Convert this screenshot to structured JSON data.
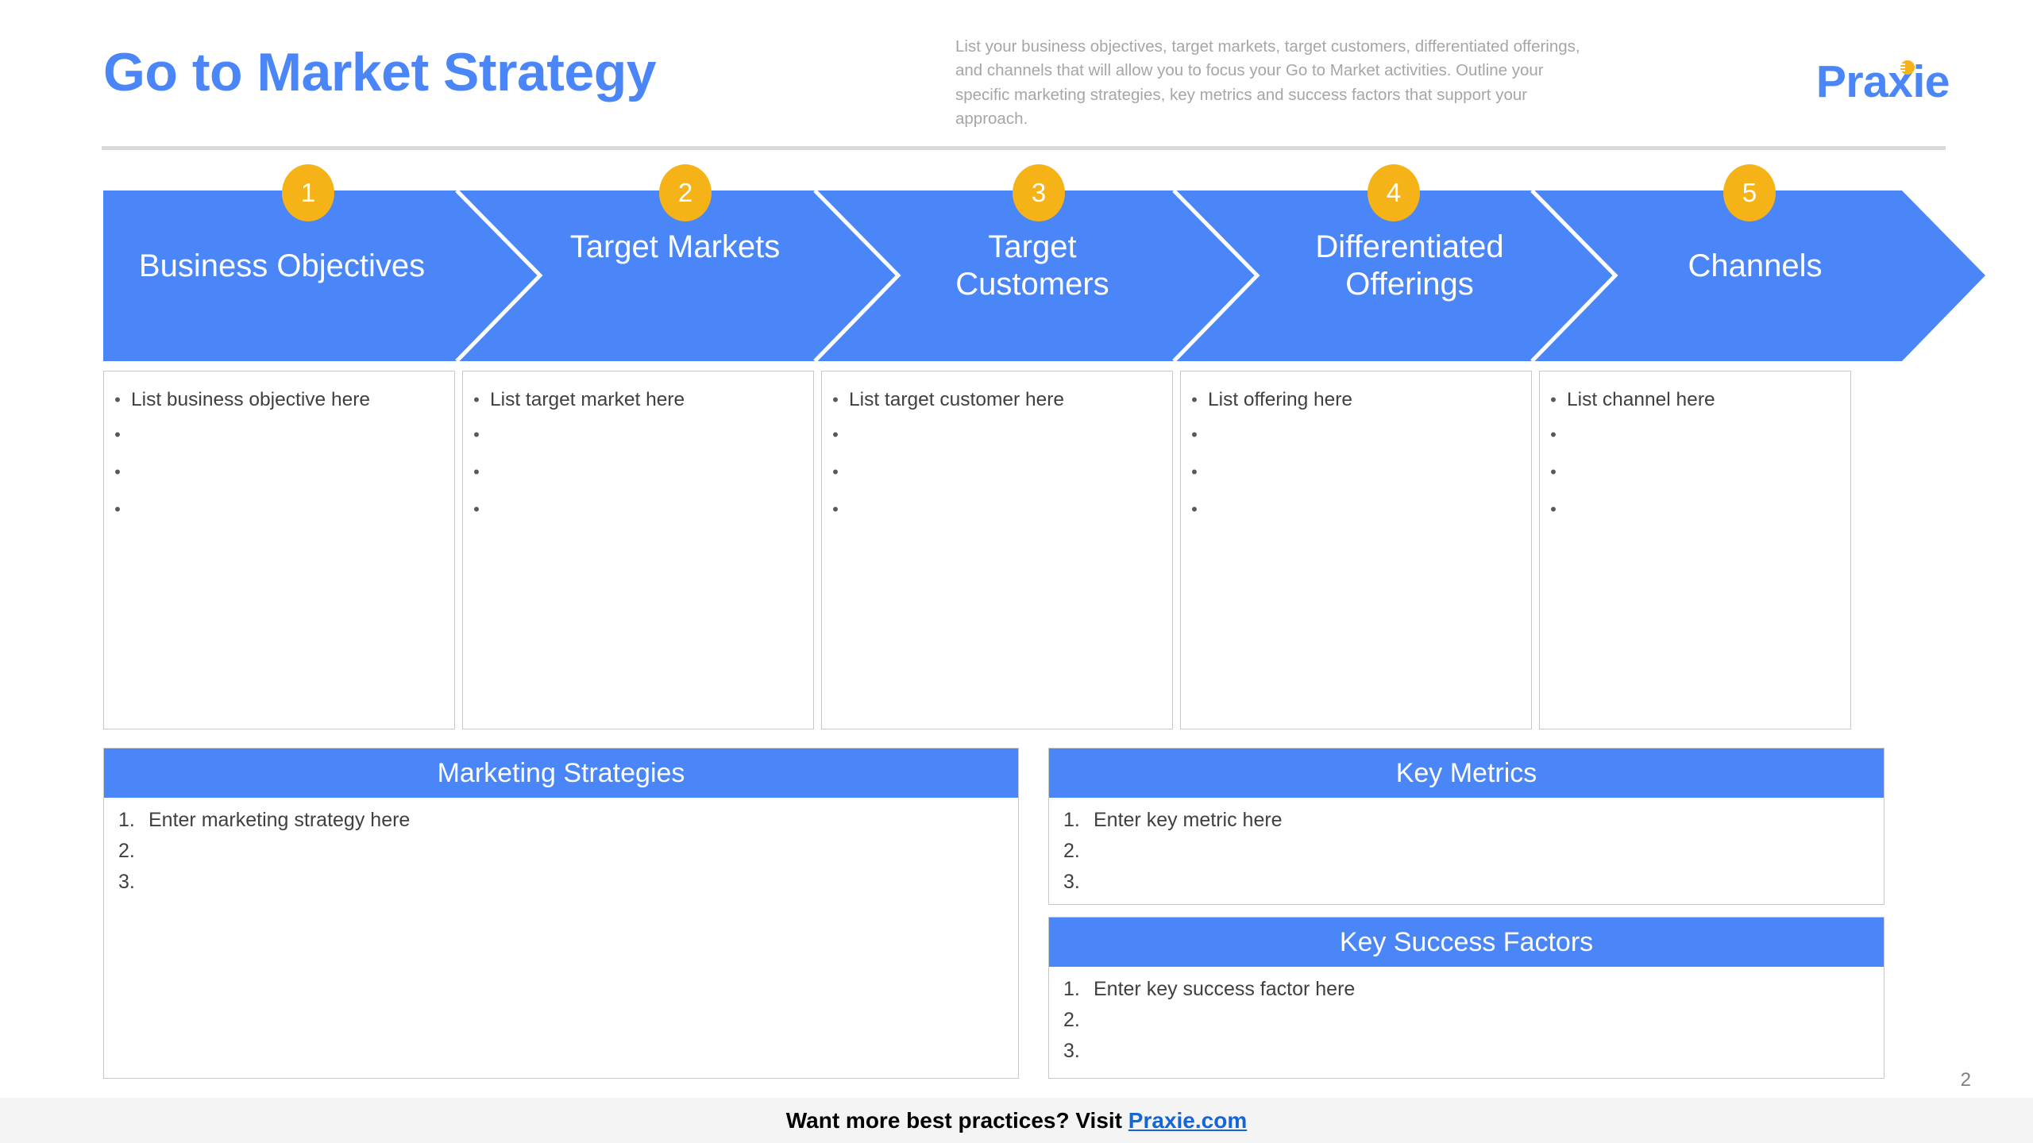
{
  "header": {
    "title": "Go to Market Strategy",
    "subtitle": "List your business objectives, target markets, target customers, differentiated offerings, and channels that will allow you to focus your Go to Market activities. Outline your specific marketing strategies, key metrics and success factors that support your approach.",
    "logo_text": "Praxie",
    "logo_dot_icon": "sun-dot-icon"
  },
  "colors": {
    "brand_blue": "#4a86f7",
    "accent_amber": "#f5b317",
    "text_gray": "#404040",
    "subtitle_gray": "#a6a6a6",
    "divider_gray": "#d9d9d9",
    "box_border": "#c8c8c8",
    "footer_bg": "#f4f4f4",
    "link_blue": "#1565d8"
  },
  "process": {
    "steps": [
      {
        "number": "1",
        "label": "Business Objectives",
        "bullet_first": "List business objective here",
        "bullet_count": 4
      },
      {
        "number": "2",
        "label": "Target Markets",
        "bullet_first": "List target market here",
        "bullet_count": 4
      },
      {
        "number": "3",
        "label": "Target Customers",
        "bullet_first": "List target customer here",
        "bullet_count": 4
      },
      {
        "number": "4",
        "label": "Differentiated Offerings",
        "bullet_first": "List offering here",
        "bullet_count": 4
      },
      {
        "number": "5",
        "label": "Channels",
        "bullet_first": "List channel here",
        "bullet_count": 4
      }
    ]
  },
  "panels": {
    "marketing_strategies": {
      "title": "Marketing Strategies",
      "items": [
        "Enter marketing strategy here",
        "",
        ""
      ],
      "numbers": [
        "1.",
        "2.",
        "3."
      ]
    },
    "key_metrics": {
      "title": "Key Metrics",
      "items": [
        "Enter key metric here",
        "",
        ""
      ],
      "numbers": [
        "1.",
        "2.",
        "3."
      ]
    },
    "key_success_factors": {
      "title": "Key Success Factors",
      "items": [
        "Enter key success factor here",
        "",
        ""
      ],
      "numbers": [
        "1.",
        "2.",
        "3."
      ]
    }
  },
  "footer": {
    "text_before": "Want more best practices? Visit ",
    "link_text": "Praxie.com",
    "page_number": "2"
  }
}
